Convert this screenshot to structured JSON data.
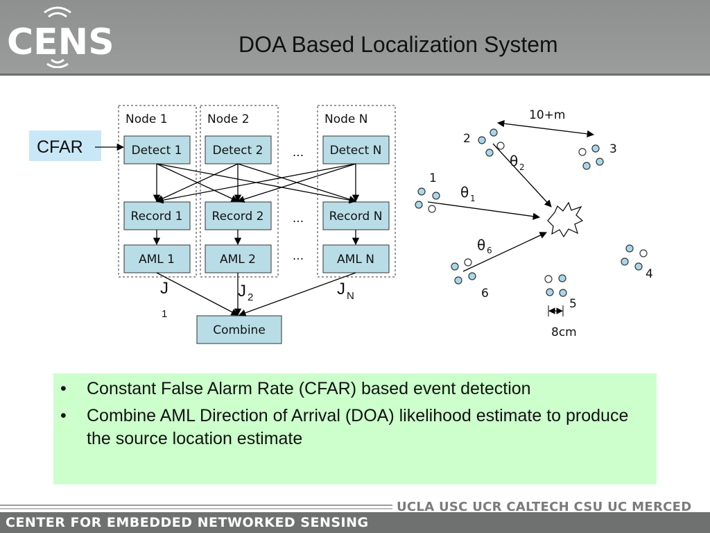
{
  "logo": {
    "text": "CENS"
  },
  "header": {
    "title": "DOA Based Localization System"
  },
  "left_diagram": {
    "nodes": [
      {
        "label": "Node 1",
        "detect": "Detect 1",
        "record": "Record 1",
        "aml": "AML 1"
      },
      {
        "label": "Node 2",
        "detect": "Detect 2",
        "record": "Record 2",
        "aml": "AML 2"
      },
      {
        "label": "Node N",
        "detect": "Detect N",
        "record": "Record N",
        "aml": "AML N"
      }
    ],
    "ellipsis": "...",
    "cfar_label": "CFAR",
    "j_labels": [
      {
        "base": "J",
        "sub": "1"
      },
      {
        "base": "J",
        "sub": "2"
      },
      {
        "base": "J",
        "sub": "N"
      }
    ],
    "combine_label": "Combine"
  },
  "right_diagram": {
    "distance_label": "10+m",
    "spacing_label": "8cm",
    "array_labels": [
      "1",
      "2",
      "3",
      "4",
      "5",
      "6"
    ],
    "angles": [
      {
        "base": "θ",
        "sub": "2"
      },
      {
        "base": "θ",
        "sub": "1"
      },
      {
        "base": "θ",
        "sub": "6"
      }
    ],
    "colors": {
      "filled_sensor": "#a9d7ea",
      "empty_sensor": "#ffffff"
    }
  },
  "bullets": [
    "Constant False Alarm Rate (CFAR) based event detection",
    "Combine AML Direction of Arrival (DOA) likelihood estimate to produce the source location estimate"
  ],
  "footer": {
    "org": "CENTER FOR EMBEDDED NETWORKED SENSING",
    "universities": "UCLA  USC  UCR  CALTECH  CSU  UC MERCED"
  },
  "colors": {
    "box_fill": "#b9dde6",
    "cfar_fill": "#c8e8f8",
    "bullet_bg": "#ccffcc",
    "header_bg": "#959696"
  }
}
